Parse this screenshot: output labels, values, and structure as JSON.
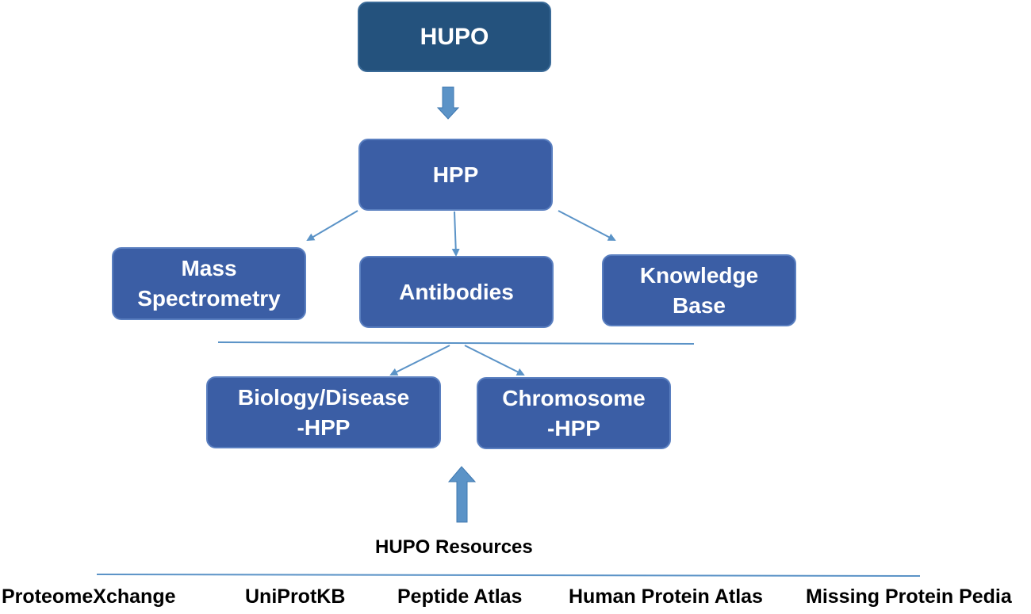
{
  "nodes": {
    "hupo": "HUPO",
    "hpp": "HPP",
    "mass_spectrometry": "Mass\nSpectrometry",
    "antibodies": "Antibodies",
    "knowledge_base": "Knowledge\nBase",
    "biology_disease_hpp": "Biology/Disease\n-HPP",
    "chromosome_hpp": "Chromosome\n-HPP"
  },
  "resources_heading": "HUPO Resources",
  "resources": [
    "ProteomeXchange",
    "UniProtKB",
    "Peptide Atlas",
    "Human Protein Atlas",
    "Missing Protein Pedia"
  ],
  "colors": {
    "top_box": "#24527d",
    "box": "#3b5ea5",
    "arrow": "#5b93c7",
    "rule": "#5b93c7"
  }
}
